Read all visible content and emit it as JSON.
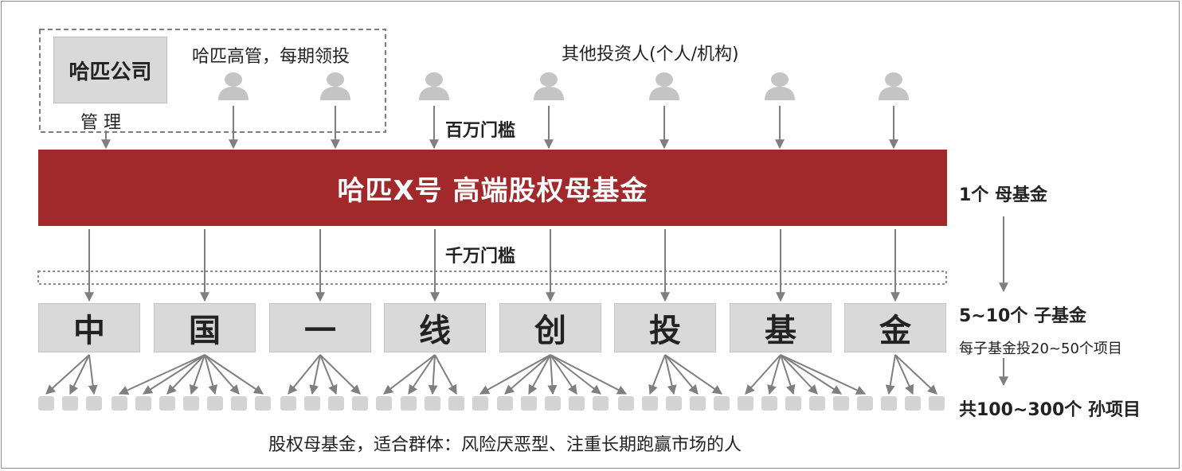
{
  "company": {
    "name": "哈匹公司",
    "manage_label": "管 理"
  },
  "executives_label": "哈匹高管，每期领投",
  "investors_label": "其他投资人(个人/机构)",
  "threshold_million": "百万门槛",
  "threshold_ten_million": "千万门槛",
  "mother_fund": {
    "title": "哈匹X号  高端股权母基金"
  },
  "sub_funds": [
    "中",
    "国",
    "一",
    "线",
    "创",
    "投",
    "基",
    "金"
  ],
  "right_labels": {
    "mother": "1个 母基金",
    "sub": "5~10个 子基金",
    "sub_note": "每子基金投20~50个项目",
    "grand": "共100~300个 孙项目"
  },
  "bottom_note": "股权母基金，适合群体：风险厌恶型、注重长期跑赢市场的人",
  "colors": {
    "mother_fund_bg": "#a1282b",
    "box_bg": "#d9d9d9",
    "arrow": "#7f7f7f",
    "person_icon": "#c4c4c4",
    "text": "#222222"
  },
  "icons": {
    "person": "person-icon"
  }
}
